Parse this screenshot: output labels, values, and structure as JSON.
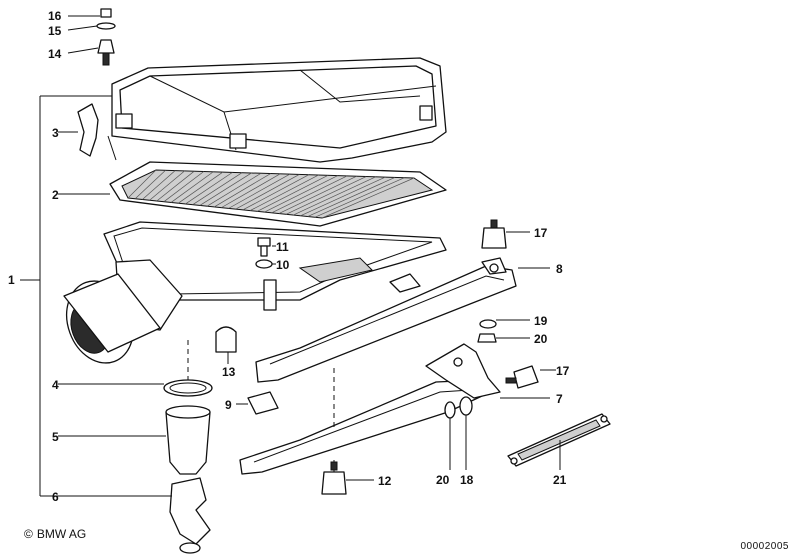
{
  "diagram": {
    "callouts": [
      {
        "id": "c1",
        "text": "1"
      },
      {
        "id": "c2",
        "text": "2"
      },
      {
        "id": "c3",
        "text": "3"
      },
      {
        "id": "c4",
        "text": "4"
      },
      {
        "id": "c5",
        "text": "5"
      },
      {
        "id": "c6",
        "text": "6"
      },
      {
        "id": "c7",
        "text": "7"
      },
      {
        "id": "c8",
        "text": "8"
      },
      {
        "id": "c9",
        "text": "9"
      },
      {
        "id": "c10",
        "text": "10"
      },
      {
        "id": "c11",
        "text": "11"
      },
      {
        "id": "c12",
        "text": "12"
      },
      {
        "id": "c13",
        "text": "13"
      },
      {
        "id": "c14",
        "text": "14"
      },
      {
        "id": "c15",
        "text": "15"
      },
      {
        "id": "c16",
        "text": "16"
      },
      {
        "id": "c17a",
        "text": "17"
      },
      {
        "id": "c17b",
        "text": "17"
      },
      {
        "id": "c18",
        "text": "18"
      },
      {
        "id": "c19",
        "text": "19"
      },
      {
        "id": "c20a",
        "text": "20"
      },
      {
        "id": "c20b",
        "text": "20"
      },
      {
        "id": "c21",
        "text": "21"
      }
    ],
    "copyright": "BMW AG",
    "copyright_symbol": "©",
    "doc_number": "00002005"
  }
}
